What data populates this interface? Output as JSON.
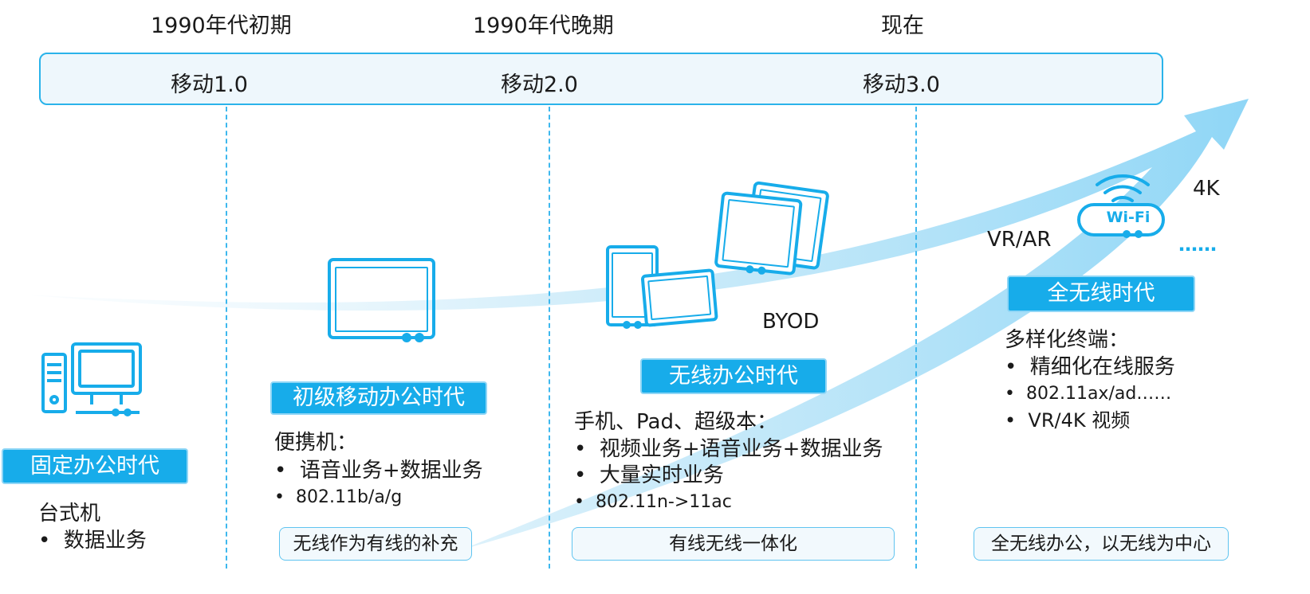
{
  "eras": [
    {
      "year": "1990年代初期",
      "mobile": "移动1.0"
    },
    {
      "year": "1990年代晚期",
      "mobile": "移动2.0"
    },
    {
      "year": "现在",
      "mobile": "移动3.0"
    }
  ],
  "stages": {
    "fixed": {
      "title": "固定办公时代",
      "device": "台式机",
      "bullets": [
        "数据业务"
      ]
    },
    "early_mobile": {
      "title": "初级移动办公时代",
      "device": "便携机：",
      "bullets": [
        "语音业务+数据业务",
        "802.11b/a/g"
      ],
      "note": "无线作为有线的补充"
    },
    "wireless": {
      "title": "无线办公时代",
      "device": "手机、Pad、超级本：",
      "bullets": [
        "视频业务+语音业务+数据业务",
        "大量实时业务",
        "802.11n->11ac"
      ],
      "note": "有线无线一体化",
      "tag": "BYOD"
    },
    "all_wireless": {
      "title": "全无线时代",
      "device": "多样化终端：",
      "bullets": [
        "精细化在线服务",
        "802.11ax/ad……",
        "VR/4K 视频"
      ],
      "note": "全无线办公，以无线为中心",
      "tags": [
        "VR/AR",
        "4K",
        "……"
      ],
      "wifi_label": "Wi-Fi"
    }
  },
  "colors": {
    "accent": "#17acea",
    "arrow": "#8fd6f6",
    "border": "#2ab3ea"
  },
  "icons": [
    "desktop-computer-icon",
    "laptop-tablet-icon",
    "tablets-group-icon",
    "wifi-icon"
  ]
}
